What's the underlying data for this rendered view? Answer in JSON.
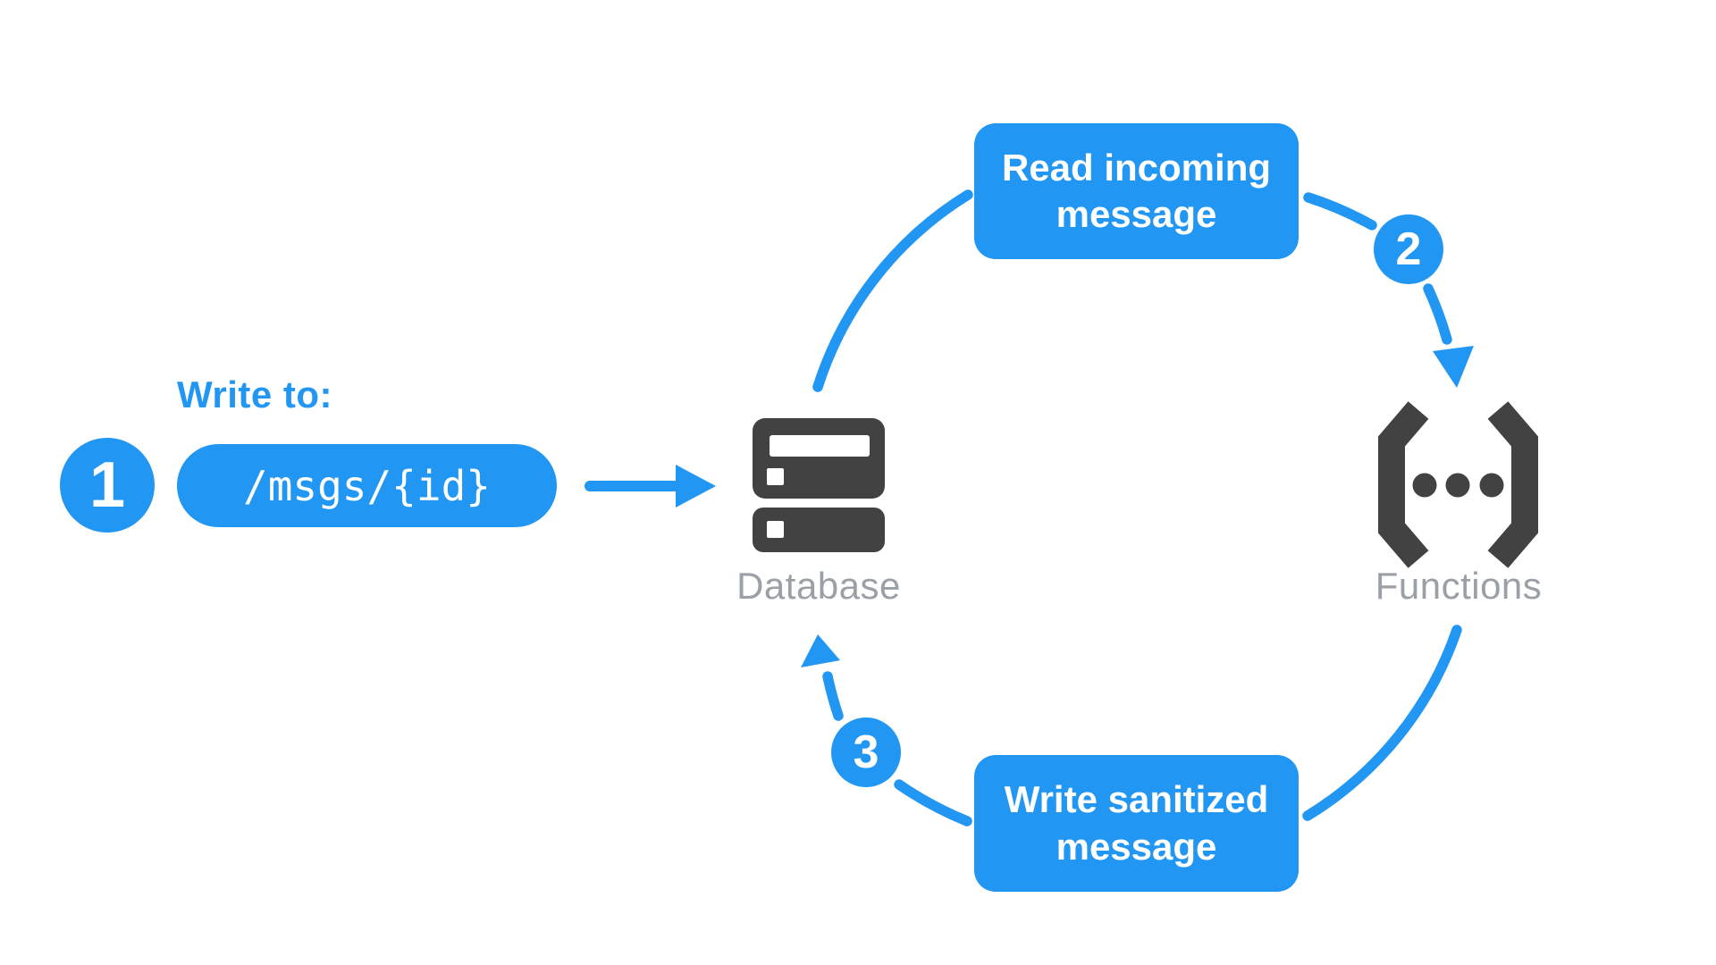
{
  "title": "Write / read / sanitize message flow diagram",
  "colors": {
    "accent_blue": "#2196F3",
    "icon_dark_gray": "#424242",
    "label_gray": "#9AA0A6",
    "text_on_blue": "#ffffff",
    "background": "#ffffff"
  },
  "step1": {
    "number": "1",
    "heading": "Write to:",
    "path": "/msgs/{id}"
  },
  "database": {
    "label": "Database"
  },
  "functions": {
    "label": "Functions"
  },
  "steps": {
    "read": {
      "number": "2",
      "label": "Read incoming message"
    },
    "write": {
      "number": "3",
      "label": "Write sanitized message"
    }
  },
  "icons": [
    "database-icon",
    "functions-icon",
    "right-arrow-icon",
    "arc-arrow-down-icon",
    "arc-arrow-up-icon",
    "step-badge-1",
    "step-badge-2",
    "step-badge-3"
  ]
}
